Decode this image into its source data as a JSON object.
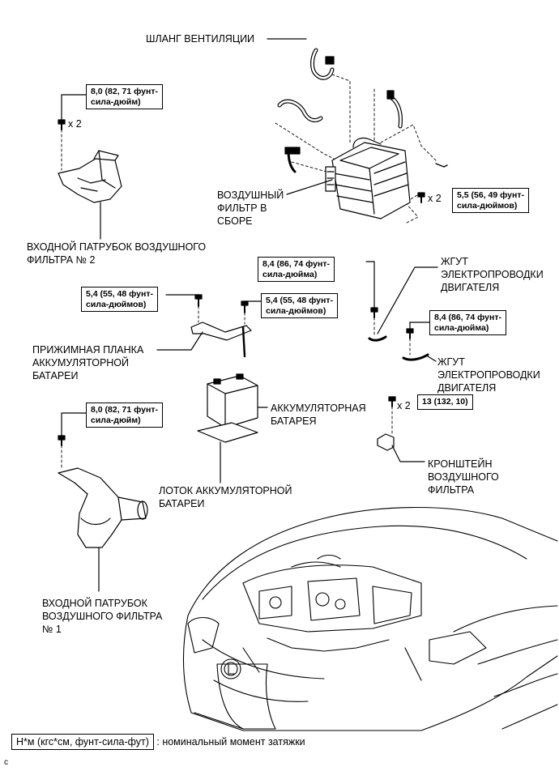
{
  "labels": {
    "hose": "ШЛАНГ ВЕНТИЛЯЦИИ",
    "air_filter": [
      "ВОЗДУШНЫЙ",
      "ФИЛЬТР В",
      "СБОРЕ"
    ],
    "intake2": [
      "ВХОДНОЙ ПАТРУБОК ВОЗДУШНОГО",
      "ФИЛЬТРА № 2"
    ],
    "clamp": [
      "ПРИЖИМНАЯ ПЛАНКА",
      "АККУМУЛЯТОРНОЙ",
      "БАТАРЕИ"
    ],
    "battery": [
      "АККУМУЛЯТОРНАЯ",
      "БАТАРЕЯ"
    ],
    "tray": [
      "ЛОТОК АККУМУЛЯТОРНОЙ",
      "БАТАРЕИ"
    ],
    "harness1": [
      "ЖГУТ",
      "ЭЛЕКТРОПРОВОДКИ",
      "ДВИГАТЕЛЯ"
    ],
    "harness2": [
      "ЖГУТ",
      "ЭЛЕКТРОПРОВОДКИ",
      "ДВИГАТЕЛЯ"
    ],
    "bracket": [
      "КРОНШТЕЙН",
      "ВОЗДУШНОГО",
      "ФИЛЬТРА"
    ],
    "intake1": [
      "ВХОДНОЙ ПАТРУБОК",
      "ВОЗДУШНОГО ФИЛЬТРА",
      "№ 1"
    ]
  },
  "torques": {
    "intake2": [
      "8,0 (82, 71 фунт-",
      "сила-дюйм)"
    ],
    "air_filter": [
      "5,5 (56, 49 фунт-",
      "сила-дюймов)"
    ],
    "harness1": [
      "8,4 (86, 74 фунт-",
      "сила-дюйма)"
    ],
    "clamp_left": [
      "5,4 (55, 48 фунт-",
      "сила-дюймов)"
    ],
    "clamp_right": [
      "5,4 (55, 48 фунт-",
      "сила-дюймов)"
    ],
    "harness2": [
      "8,4 (86, 74 фунт-",
      "сила-дюйма)"
    ],
    "bracket": [
      "13 (132, 10)"
    ],
    "intake1": [
      "8,0 (82, 71 фунт-",
      "сила-дюйм)"
    ]
  },
  "counts": {
    "intake2": "x 2",
    "air_filter": "x 2",
    "bracket": "x 2"
  },
  "legend": {
    "unit": "Н*м (кгс*см, фунт-сила-фут)",
    "desc": ": номинальный момент затяжки"
  },
  "corner_mark": "c"
}
